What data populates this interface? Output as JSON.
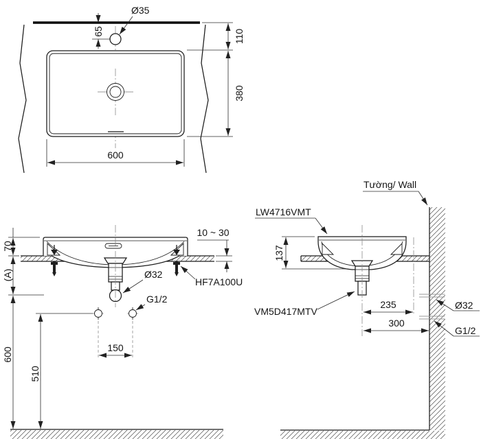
{
  "drawing": {
    "kind": "basin installation dimension drawing",
    "plan": {
      "faucet_hole_label": "Ø35",
      "dim_front_to_hole": "65",
      "dim_edge_to_basin": "110",
      "dim_depth": "380",
      "dim_width": "600"
    },
    "front": {
      "dim_rim_height": "70",
      "dim_ref": "(A)",
      "dim_counter_thickness": "10 ~ 30",
      "drain_label": "Ø32",
      "bolt_label": "HF7A100U",
      "supply_label": "G1/2",
      "dim_supply_spacing": "150",
      "dim_supply_height": "510",
      "dim_drain_height": "600"
    },
    "side": {
      "wall_label": "Tường/ Wall",
      "model_label": "LW4716VMT",
      "drain_model_label": "VM5D417MTV",
      "dim_basin_height": "137",
      "dim_center_to_drain": "235",
      "dim_center_to_wall": "300",
      "drain_label": "Ø32",
      "supply_label": "G1/2"
    },
    "colors": {
      "line": "#1b1b1b",
      "dimension": "#2b2b2b",
      "centerline": "#8c8c8c"
    }
  }
}
